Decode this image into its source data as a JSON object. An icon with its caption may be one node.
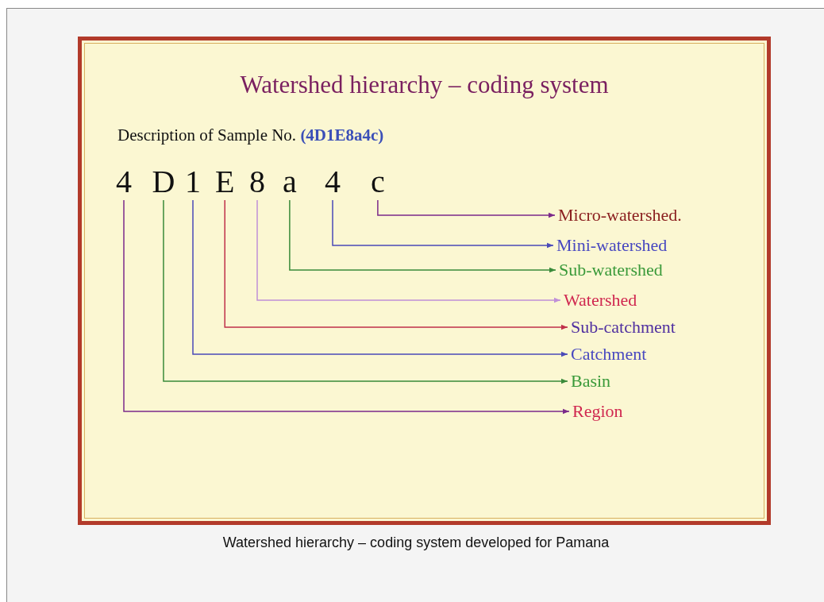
{
  "diagram": {
    "title": "Watershed hierarchy – coding system",
    "caption": "Watershed hierarchy – coding system developed for Pamana",
    "nodes": [
      {
        "text": [
          "4"
        ]
      },
      {
        "text": [
          "D"
        ]
      },
      {
        "text": [
          "1"
        ]
      },
      {
        "text": [
          "E"
        ]
      },
      {
        "text": [
          "8"
        ]
      },
      {
        "text": [
          "a"
        ]
      },
      {
        "text": [
          "4"
        ]
      },
      {
        "text": [
          "c"
        ]
      },
      {
        "text": [
          "Micro-watershed."
        ]
      },
      {
        "text": [
          "Mini-watershed"
        ]
      },
      {
        "text": [
          "Sub-watershed"
        ]
      },
      {
        "text": [
          "Watershed"
        ]
      },
      {
        "text": [
          "Sub-catchment"
        ]
      },
      {
        "text": [
          "Catchment"
        ]
      },
      {
        "text": [
          "Basin"
        ]
      },
      {
        "text": [
          "Region"
        ]
      }
    ],
    "edges": [
      {
        "from": 7,
        "to": 8,
        "arrow": "to",
        "color": "#7b2a8a"
      },
      {
        "from": 6,
        "to": 9,
        "arrow": "to",
        "color": "#4a4ab8"
      },
      {
        "from": 5,
        "to": 10,
        "arrow": "to",
        "color": "#3a8a3a"
      },
      {
        "from": 4,
        "to": 11,
        "arrow": "to",
        "color": "#c090d8"
      },
      {
        "from": 3,
        "to": 12,
        "arrow": "to",
        "color": "#c0304a"
      },
      {
        "from": 2,
        "to": 13,
        "arrow": "to",
        "color": "#4a4ab8"
      },
      {
        "from": 1,
        "to": 14,
        "arrow": "to",
        "color": "#3a8a3a"
      },
      {
        "from": 0,
        "to": 15,
        "arrow": "to",
        "color": "#7b2a8a"
      }
    ],
    "labels": [
      "Description of Sample No. **(4D1E8a4c)**"
    ]
  }
}
